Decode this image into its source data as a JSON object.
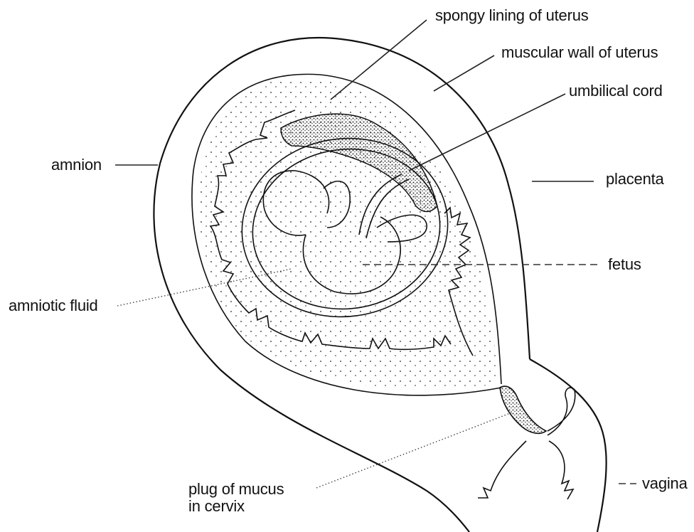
{
  "labels": {
    "spongy_lining": "spongy lining of uterus",
    "muscular_wall": "muscular wall of uterus",
    "umbilical_cord": "umbilical cord",
    "placenta": "placenta",
    "amnion": "amnion",
    "fetus": "fetus",
    "amniotic_fluid": "amniotic fluid",
    "plug_of_mucus_line1": "plug of mucus",
    "plug_of_mucus_line2": "in cervix",
    "vagina": "vagina"
  },
  "colors": {
    "ink": "#111111",
    "stipple": "#555555",
    "background": "#ffffff"
  }
}
